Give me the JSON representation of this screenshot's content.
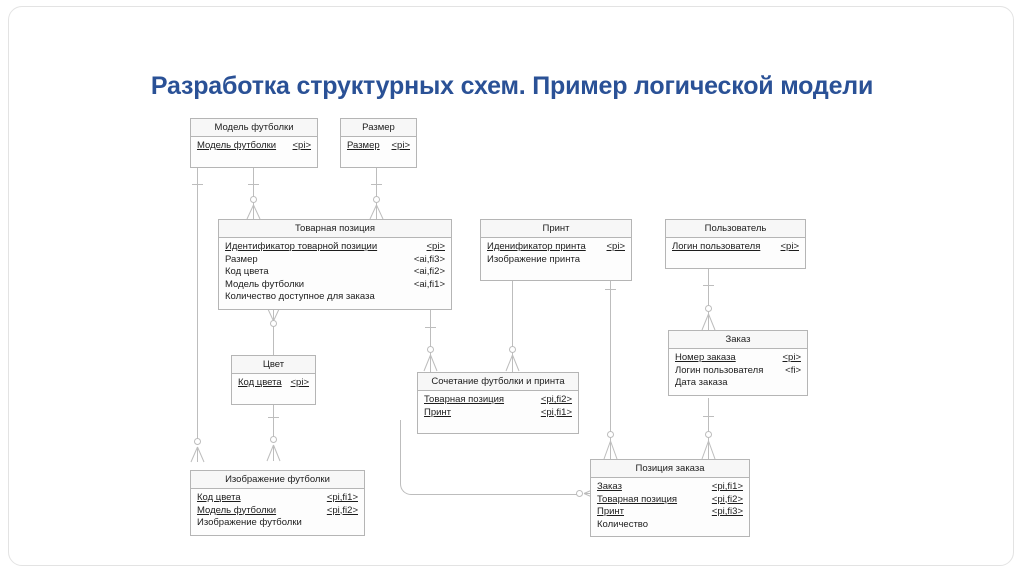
{
  "slide": {
    "title": "Разработка структурных схем. Пример логической модели",
    "title_color": "#2a5196",
    "background": "#ffffff",
    "line_color": "#bdbdbd",
    "entity_border_color": "#b5b5b5"
  },
  "diagram": {
    "type": "entity-relationship-diagram",
    "notation": "crow's foot (IE)",
    "entities": [
      {
        "id": "model",
        "name": "Модель футболки",
        "attributes": [
          {
            "name": "Модель футболки",
            "tag": "<pi>",
            "key": true
          }
        ]
      },
      {
        "id": "size",
        "name": "Размер",
        "attributes": [
          {
            "name": "Размер",
            "tag": "<pi>",
            "key": true
          }
        ]
      },
      {
        "id": "product",
        "name": "Товарная позиция",
        "attributes": [
          {
            "name": "Идентификатор товарной позиции",
            "tag": "<pi>",
            "key": true
          },
          {
            "name": "Размер",
            "tag": "<ai,fi3>",
            "key": false
          },
          {
            "name": "Код цвета",
            "tag": "<ai,fi2>",
            "key": false
          },
          {
            "name": "Модель футболки",
            "tag": "<ai,fi1>",
            "key": false
          },
          {
            "name": "Количество доступное для заказа",
            "tag": "",
            "key": false
          }
        ]
      },
      {
        "id": "print",
        "name": "Принт",
        "attributes": [
          {
            "name": "Иденификатор принта",
            "tag": "<pi>",
            "key": true
          },
          {
            "name": "Изображение принта",
            "tag": "",
            "key": false
          }
        ]
      },
      {
        "id": "user",
        "name": "Пользователь",
        "attributes": [
          {
            "name": "Логин пользователя",
            "tag": "<pi>",
            "key": true
          }
        ]
      },
      {
        "id": "color",
        "name": "Цвет",
        "attributes": [
          {
            "name": "Код цвета",
            "tag": "<pi>",
            "key": true
          }
        ]
      },
      {
        "id": "order",
        "name": "Заказ",
        "attributes": [
          {
            "name": "Номер заказа",
            "tag": "<pi>",
            "key": true
          },
          {
            "name": "Логин пользователя",
            "tag": "<fi>",
            "key": false
          },
          {
            "name": "Дата заказа",
            "tag": "",
            "key": false
          }
        ]
      },
      {
        "id": "combo",
        "name": "Сочетание футболки и принта",
        "attributes": [
          {
            "name": "Товарная позиция",
            "tag": "<pi,fi2>",
            "key": true
          },
          {
            "name": "Принт",
            "tag": "<pi,fi1>",
            "key": true
          }
        ]
      },
      {
        "id": "shirtimage",
        "name": "Изображение футболки",
        "attributes": [
          {
            "name": "Код цвета",
            "tag": "<pi,fi1>",
            "key": true
          },
          {
            "name": "Модель футболки",
            "tag": "<pi,fi2>",
            "key": true
          },
          {
            "name": "Изображение футболки",
            "tag": "",
            "key": false
          }
        ]
      },
      {
        "id": "orderitem",
        "name": "Позиция заказа",
        "attributes": [
          {
            "name": "Заказ",
            "tag": "<pi,fi1>",
            "key": true
          },
          {
            "name": "Товарная позиция",
            "tag": "<pi,fi2>",
            "key": true
          },
          {
            "name": "Принт",
            "tag": "<pi,fi3>",
            "key": true
          },
          {
            "name": "Количество",
            "tag": "",
            "key": false
          }
        ]
      }
    ],
    "relationships": [
      {
        "from": "model",
        "to": "product",
        "cardinality": "one-to-zero-or-many"
      },
      {
        "from": "size",
        "to": "product",
        "cardinality": "one-to-zero-or-many"
      },
      {
        "from": "model",
        "to": "shirtimage",
        "cardinality": "one-to-zero-or-many"
      },
      {
        "from": "product",
        "to": "color",
        "cardinality": "zero-or-many-to-one"
      },
      {
        "from": "color",
        "to": "shirtimage",
        "cardinality": "one-to-zero-or-many"
      },
      {
        "from": "product",
        "to": "combo",
        "cardinality": "one-to-zero-or-many"
      },
      {
        "from": "print",
        "to": "combo",
        "cardinality": "one-to-zero-or-many"
      },
      {
        "from": "user",
        "to": "order",
        "cardinality": "one-to-zero-or-many"
      },
      {
        "from": "order",
        "to": "orderitem",
        "cardinality": "one-to-zero-or-many"
      },
      {
        "from": "print",
        "to": "orderitem",
        "cardinality": "one-to-zero-or-many"
      },
      {
        "from": "combo",
        "to": "orderitem",
        "cardinality": "one-to-zero-or-many"
      }
    ]
  }
}
